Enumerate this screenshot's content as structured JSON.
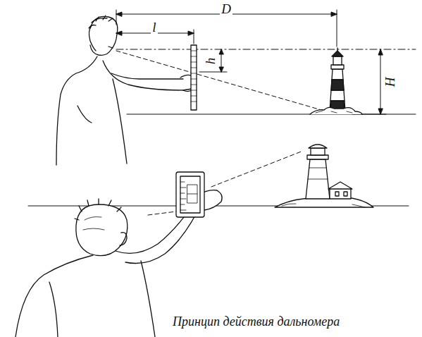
{
  "diagram": {
    "caption": "Принцип действия дальномера",
    "labels": [
      "D",
      "l",
      "h",
      "H"
    ]
  }
}
